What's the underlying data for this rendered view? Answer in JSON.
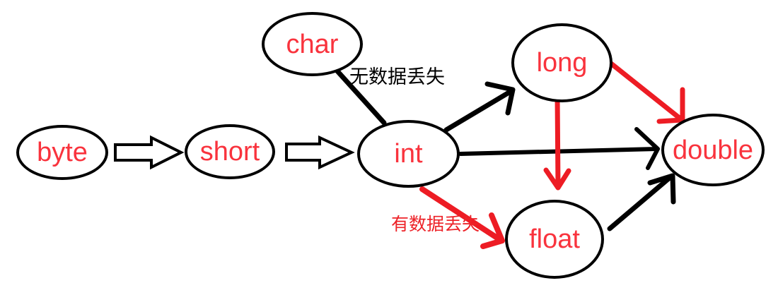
{
  "nodes": [
    {
      "id": "byte",
      "label": "byte"
    },
    {
      "id": "short",
      "label": "short"
    },
    {
      "id": "char",
      "label": "char"
    },
    {
      "id": "int",
      "label": "int"
    },
    {
      "id": "long",
      "label": "long"
    },
    {
      "id": "double",
      "label": "double"
    },
    {
      "id": "float",
      "label": "float"
    }
  ],
  "edges": [
    {
      "from": "byte",
      "to": "short",
      "style": "hollow-block-arrow",
      "color": "black"
    },
    {
      "from": "short",
      "to": "int",
      "style": "hollow-block-arrow",
      "color": "black"
    },
    {
      "from": "char",
      "to": "int",
      "style": "plain-line",
      "color": "black"
    },
    {
      "from": "int",
      "to": "long",
      "style": "arrow",
      "color": "black"
    },
    {
      "from": "int",
      "to": "double",
      "style": "arrow",
      "color": "black"
    },
    {
      "from": "int",
      "to": "float",
      "style": "arrow",
      "color": "red"
    },
    {
      "from": "long",
      "to": "float",
      "style": "arrow",
      "color": "red"
    },
    {
      "from": "long",
      "to": "double",
      "style": "arrow",
      "color": "red"
    },
    {
      "from": "float",
      "to": "double",
      "style": "arrow",
      "color": "black"
    }
  ],
  "annotations": {
    "no_data_loss": "无数据丢失",
    "data_loss": "有数据丢失"
  },
  "colors": {
    "black_ink": "#000000",
    "red_arrow": "#ed1c24",
    "node_text": "#f9333d",
    "annotation_red": "#ed2228",
    "canvas_bg": "#ffffff"
  }
}
